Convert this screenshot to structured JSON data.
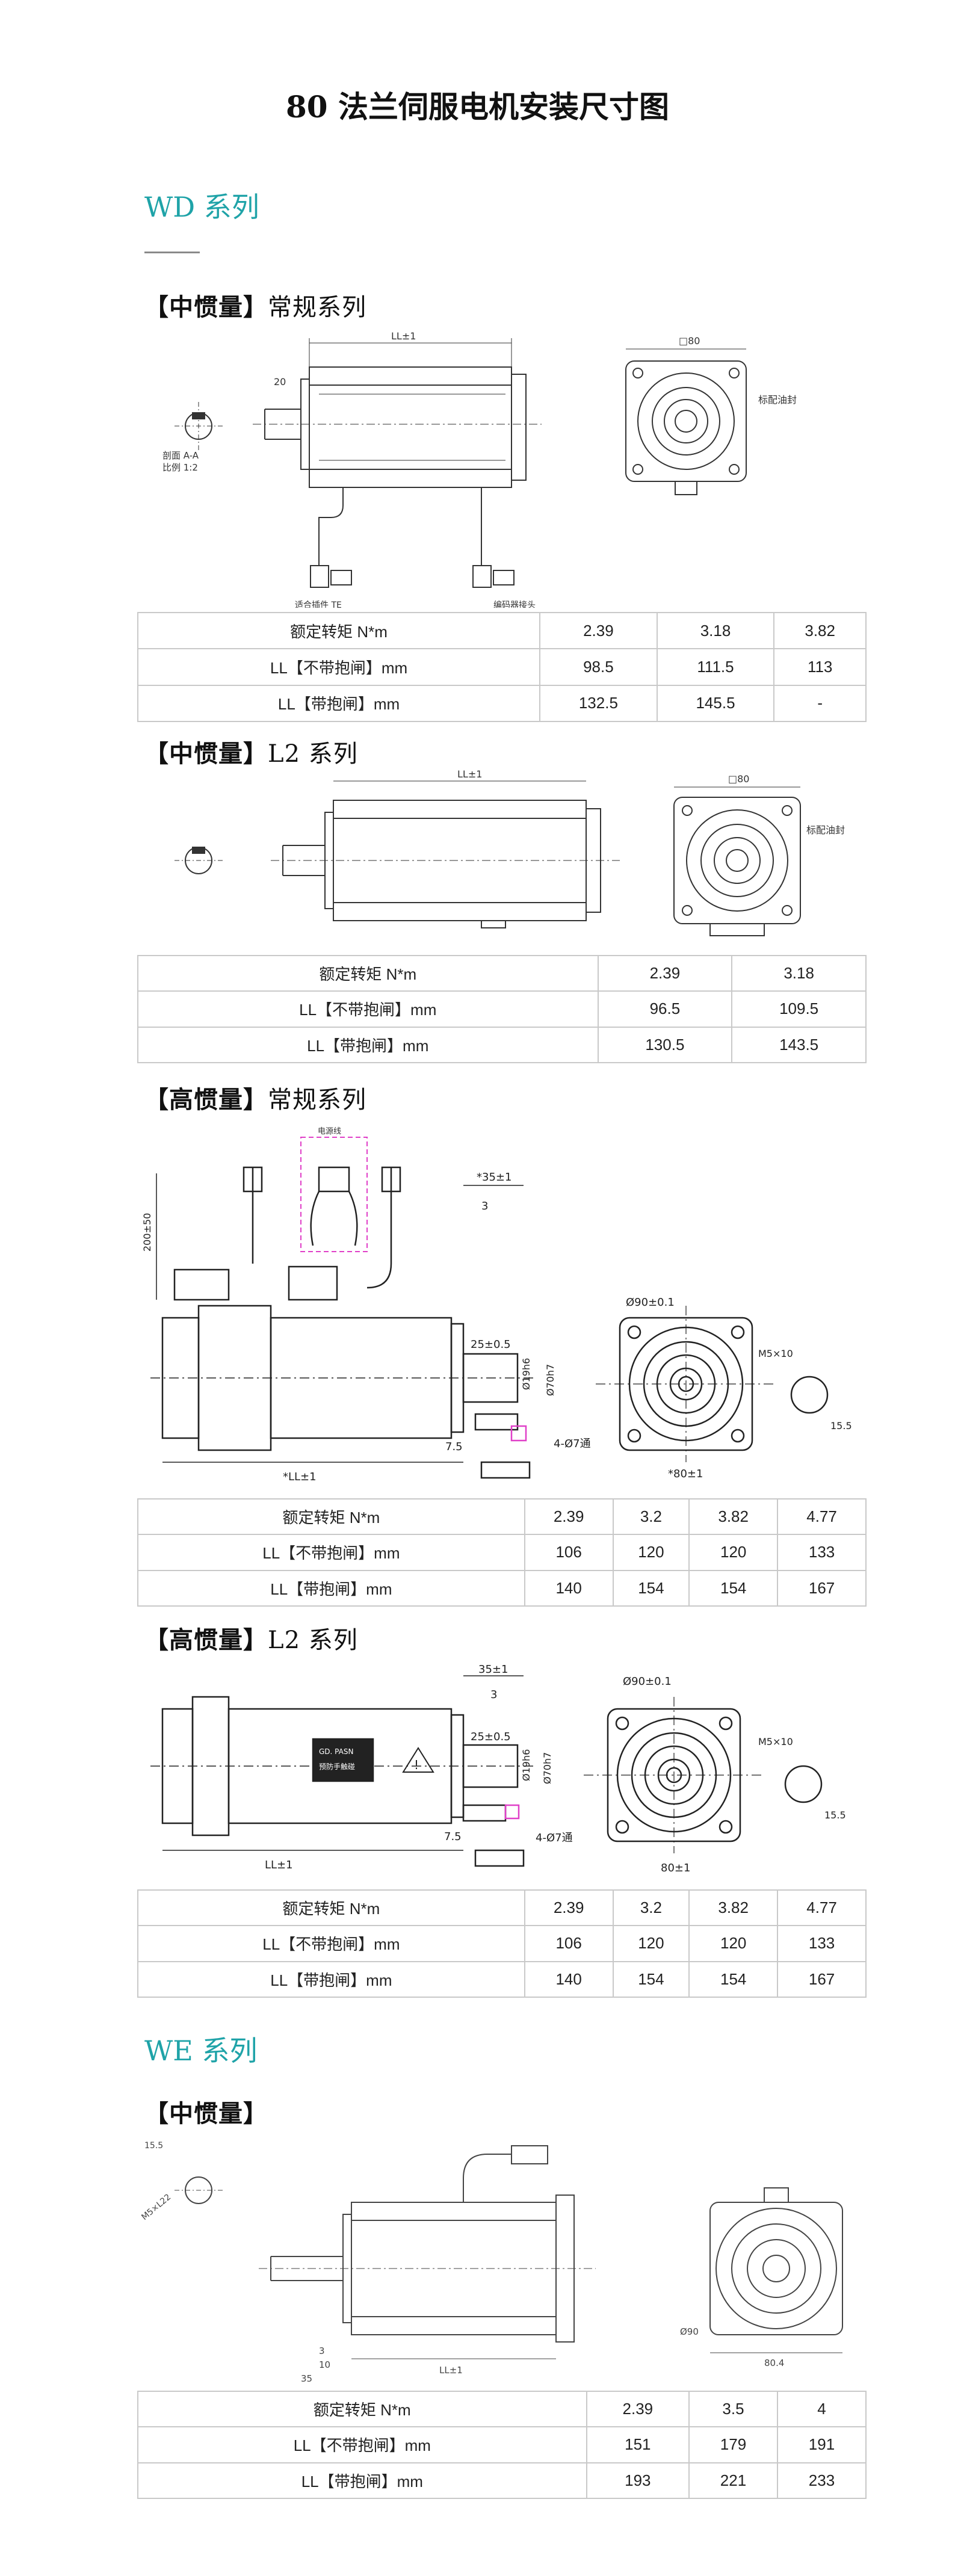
{
  "page_title": "80 法兰伺服电机安装尺寸图",
  "wd": {
    "heading": "WD 系列",
    "mid_std": {
      "heading_bracket": "【中惯量】",
      "heading_rest": "常规系列",
      "drawing": {
        "ll_label": "LL±1",
        "key_label": "20",
        "flange_label": "□80",
        "seal_label": "标配油封",
        "section_label": "剖面 A-A",
        "scale_label": "比例 1:2",
        "conn_left": "适合插件 TE",
        "conn_right": "编码器接头"
      },
      "table": [
        [
          "额定转矩 N*m",
          "2.39",
          "3.18",
          "3.82"
        ],
        [
          "LL【不带抱闸】mm",
          "98.5",
          "111.5",
          "113"
        ],
        [
          "LL【带抱闸】mm",
          "132.5",
          "145.5",
          "-"
        ]
      ]
    },
    "mid_l2": {
      "heading_bracket": "【中惯量】",
      "heading_rest": "L2 系列",
      "drawing": {
        "ll_label": "LL±1",
        "flange_label": "□80",
        "seal_label": "标配油封"
      },
      "table": [
        [
          "额定转矩 N*m",
          "2.39",
          "3.18"
        ],
        [
          "LL【不带抱闸】mm",
          "96.5",
          "109.5"
        ],
        [
          "LL【带抱闸】mm",
          "130.5",
          "143.5"
        ]
      ]
    },
    "high_std": {
      "heading_bracket": "【高惯量】",
      "heading_rest": "常规系列",
      "drawing": {
        "dim_35": "*35±1",
        "dim_3": "3",
        "dim_25": "25±0.5",
        "dim_phi90": "Ø90±0.1",
        "dim_m5": "M5×10",
        "dim_ll": "*LL±1",
        "dim_80": "*80±1",
        "dim_holes": "4-Ø7通",
        "dim_75": "7.5",
        "dim_200": "200±50",
        "dim_155": "15.5",
        "dim_shaft": "Ø19h6",
        "dim_spigot": "Ø70h7",
        "cable_label": "电源线"
      },
      "table": [
        [
          "额定转矩 N*m",
          "2.39",
          "3.2",
          "3.82",
          "4.77"
        ],
        [
          "LL【不带抱闸】mm",
          "106",
          "120",
          "120",
          "133"
        ],
        [
          "LL【带抱闸】mm",
          "140",
          "154",
          "154",
          "167"
        ]
      ]
    },
    "high_l2": {
      "heading_bracket": "【高惯量】",
      "heading_rest": "L2 系列",
      "drawing": {
        "dim_35": "35±1",
        "dim_3": "3",
        "dim_25": "25±0.5",
        "dim_phi90": "Ø90±0.1",
        "dim_m5": "M5×10",
        "dim_ll": "LL±1",
        "dim_80": "80±1",
        "dim_holes": "4-Ø7通",
        "dim_75": "7.5",
        "dim_155": "15.5",
        "dim_shaft": "Ø19h6",
        "dim_spigot": "Ø70h7",
        "plate_line1": "GD. PASN",
        "plate_line2": "预防手触碰"
      },
      "table": [
        [
          "额定转矩 N*m",
          "2.39",
          "3.2",
          "3.82",
          "4.77"
        ],
        [
          "LL【不带抱闸】mm",
          "106",
          "120",
          "120",
          "133"
        ],
        [
          "LL【带抱闸】mm",
          "140",
          "154",
          "154",
          "167"
        ]
      ]
    }
  },
  "we": {
    "heading": "WE 系列",
    "mid": {
      "heading_bracket": "【中惯量】",
      "heading_rest": "",
      "drawing": {
        "dim_ll": "LL±1",
        "dim_35": "35",
        "dim_3": "3",
        "dim_10": "10",
        "dim_804": "80.4",
        "dim_phi90": "Ø90",
        "dim_155": "15.5",
        "dim_m5": "M5×L22"
      },
      "table": [
        [
          "额定转矩 N*m",
          "2.39",
          "3.5",
          "4"
        ],
        [
          "LL【不带抱闸】mm",
          "151",
          "179",
          "191"
        ],
        [
          "LL【带抱闸】mm",
          "193",
          "221",
          "233"
        ]
      ]
    }
  }
}
